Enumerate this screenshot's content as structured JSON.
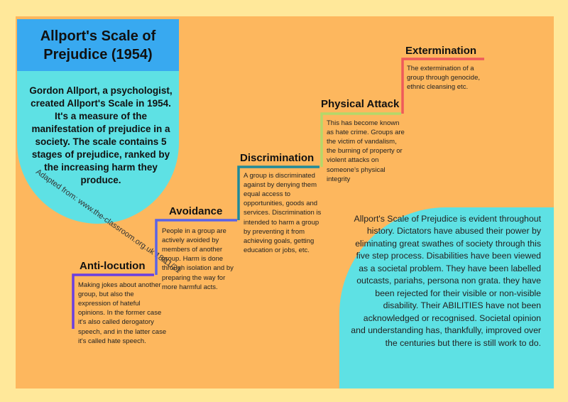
{
  "title": "Allport's Scale of Prejudice (1954)",
  "intro": "Gordon Allport, a psychologist, created Allport's Scale in 1954. It's a measure of the manifestation of prejudice in a society. The scale contains 5 stages of prejudice, ranked by the increasing harm they produce.",
  "credit": "Adapted from: www.the-classroom.org.uk 18/11/21",
  "stages": [
    {
      "name": "Anti-locution",
      "color": "#6a3fe0",
      "description": "Making jokes about another group, but also the expression of hateful opinions. In the former case it's also called derogatory speech, and in the latter case it's called hate speech."
    },
    {
      "name": "Avoidance",
      "color": "#5a63e6",
      "description": "People in a group are actively avoided by members of another group. Harm is done through isolation and by preparing the way for more harmful acts."
    },
    {
      "name": "Discrimination",
      "color": "#1e8a9a",
      "description": "A group is discriminated against by denying them equal access to opportunities, goods and services. Discrimination is intended to harm a group by preventing it from achieving goals, getting education or jobs, etc."
    },
    {
      "name": "Physical Attack",
      "color": "#b4d86a",
      "description": "This has become known as hate crime. Groups are the victim of vandalism, the burning of property or violent attacks on someone's physical integrity"
    },
    {
      "name": "Extermination",
      "color": "#ef5a5a",
      "description": "The extermination of a group through genocide, ethnic cleansing etc."
    }
  ],
  "history": "Allport's Scale of Prejudice is evident throughout history. Dictators have abused their power by eliminating great swathes of society through this five step process. Disabilities have been viewed as a societal problem. They have been labelled outcasts, pariahs, persona non grata. they have been rejected for their visible or non-visible disability. Their ABILITIES have not been acknowledged or recognised. Societal opinion and understanding has, thankfully, improved over the centuries but there is still work to do."
}
